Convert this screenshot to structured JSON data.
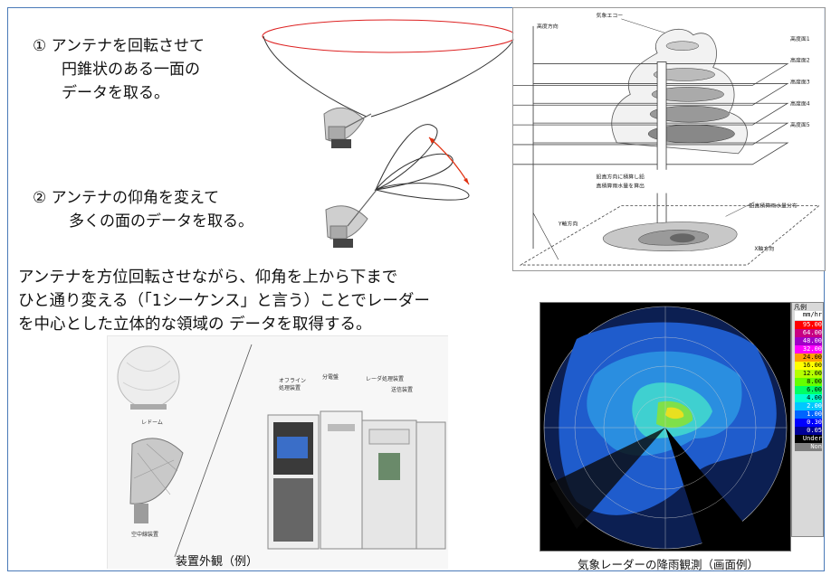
{
  "steps": {
    "step1": {
      "lines": [
        "① アンテナを回転させて",
        "円錐状のある一面の",
        "データを取る。"
      ]
    },
    "step2": {
      "lines": [
        "② アンテナの仰角を変えて",
        "多くの面のデータを取る。"
      ]
    }
  },
  "paragraph": {
    "lines": [
      "アンテナを方位回転させながら、仰角を上から下まで",
      "ひと通り変える（「1シーケンス」と言う）ことでレーダー",
      "を中心とした立体的な領域の データを取得する。"
    ]
  },
  "volume_diagram": {
    "altitude_axis": "高度方向",
    "radar_echo": "気象エコー",
    "layers": [
      "高度面1",
      "高度面2",
      "高度面3",
      "高度面4",
      "高度面5"
    ],
    "integration_note": [
      "鉛直方向に積算し鉛",
      "直積算雨水量を算出"
    ],
    "distribution_label": "鉛直積算雨水量分布",
    "y_axis": "Y軸方向",
    "x_axis": "X軸方向"
  },
  "equipment": {
    "radome": "レドーム",
    "antenna_unit": "空中線装置",
    "offline": [
      "オフライン",
      "処理装置"
    ],
    "distribution_board": "分電盤",
    "radar_processor": "レーダ処理装置",
    "transmitter": "送信装置",
    "caption": "装置外観（例）"
  },
  "radar_display": {
    "legend_title": "凡例",
    "unit": "mm/hr",
    "legend": [
      {
        "label": "95.00",
        "color": "#ff0000"
      },
      {
        "label": "64.00",
        "color": "#c80082"
      },
      {
        "label": "48.00",
        "color": "#a000c8"
      },
      {
        "label": "32.00",
        "color": "#ff00ff"
      },
      {
        "label": "24.00",
        "color": "#ffa000"
      },
      {
        "label": "16.00",
        "color": "#ffff00"
      },
      {
        "label": "12.00",
        "color": "#b4ff00"
      },
      {
        "label": "8.00",
        "color": "#64ff00"
      },
      {
        "label": "6.00",
        "color": "#00ff64"
      },
      {
        "label": "4.00",
        "color": "#00ffd2"
      },
      {
        "label": "2.00",
        "color": "#00c8ff"
      },
      {
        "label": "1.00",
        "color": "#0064ff"
      },
      {
        "label": "0.30",
        "color": "#0000ff"
      },
      {
        "label": "0.05",
        "color": "#000096"
      },
      {
        "label": "Under",
        "color": "#000000"
      },
      {
        "label": "Non",
        "color": "#808080"
      }
    ],
    "caption": "気象レーダーの降雨観測（画面例）"
  }
}
